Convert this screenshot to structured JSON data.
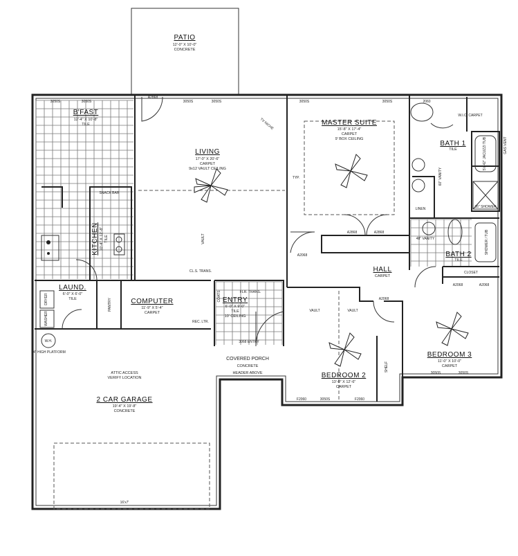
{
  "rooms": {
    "patio": {
      "name": "PATIO",
      "dims": "12'-0\" X 10'-0\"",
      "floor": "CONCRETE"
    },
    "bfast": {
      "name": "B'FAST",
      "dims": "12'-4\" X 10'-8\"",
      "floor": "TILE"
    },
    "living": {
      "name": "LIVING",
      "dims": "17'-0\" X 20'-6\"",
      "floor": "CARPET",
      "note": "9x12 VAULT CEILING"
    },
    "master": {
      "name": "MASTER SUITE",
      "dims": "15'-8\" X 17'-4\"",
      "floor": "CARPET",
      "note": "9' BOX CEILING"
    },
    "bath1": {
      "name": "BATH 1",
      "floor": "TILE"
    },
    "bath2": {
      "name": "BATH 2",
      "floor": "TILE"
    },
    "kitchen": {
      "name": "KITCHEN",
      "dims": "10'-4\" X 12'-8\"",
      "floor": "TILE"
    },
    "laundry": {
      "name": "LAUND.",
      "dims": "6'-0\" X 6'-0\"",
      "floor": "TILE"
    },
    "computer": {
      "name": "COMPUTER",
      "dims": "11'-9\" X 5'-4\"",
      "floor": "CARPET"
    },
    "entry": {
      "name": "ENTRY",
      "dims": "6'-0\" X 9'-0\"",
      "floor": "TILE",
      "note": "10' CEILING"
    },
    "hall": {
      "name": "HALL",
      "floor": "CARPET"
    },
    "bedroom2": {
      "name": "BEDROOM 2",
      "dims": "13'-0\" X 12'-6\"",
      "floor": "CARPET"
    },
    "bedroom3": {
      "name": "BEDROOM 3",
      "dims": "11'-0\" X 10'-0\"",
      "floor": "CARPET"
    },
    "porch": {
      "name": "COVERED PORCH",
      "floor": "CONCRETE",
      "note": "HEADER ABOVE"
    },
    "garage": {
      "name": "2 CAR GARAGE",
      "dims": "19'-4\" X 19'-8\"",
      "floor": "CONCRETE",
      "note": "ATTIC ACCESS",
      "note2": "VERIFY LOCATION"
    }
  },
  "labels": {
    "wic": "W.I.C. CARPET",
    "linen": "LINEN",
    "vanity1": "60\" VANITY",
    "vanity2": "48\" VANITY",
    "shower_tub": "SHOWER / TUB",
    "tub": "5'x 42\" JACUZZI TUB",
    "shower": "36\" SHOWER",
    "closet": "CLOSET",
    "pantry": "PANTRY",
    "coats": "COATS",
    "wh": "W.H.",
    "wh_platform": "24\" HIGH PLATFORM",
    "snack_bar": "SNACK BAR",
    "typ": "TYP.",
    "vault": "VAULT",
    "cl_trans": "CL.S. TRANS.",
    "tile_trans": "FLR. TRANS.",
    "tv_niche": "TV NICHE",
    "shelf": "SHELF",
    "dryer": "DRYER",
    "washer": "WASHER",
    "gas_vent": "GAS VENT",
    "garage_door": "16'x7'",
    "front_door": "3068 ENTRY",
    "rec": "REC. LTR.",
    "d_a2868": "A2868",
    "d_a2068": "A2068",
    "w_3050": "3050S",
    "w_2060": "2060",
    "w_f2060": "F2060"
  }
}
